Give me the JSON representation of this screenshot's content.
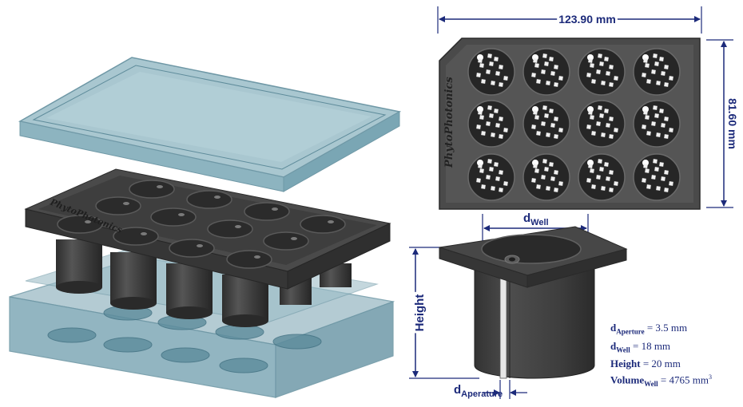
{
  "dimensions": {
    "width": "123.90 mm",
    "height": "81.60 mm"
  },
  "brand_text": "PhytoPhotonics",
  "labels": {
    "d_well_main": "d",
    "d_well_sub": "Well",
    "height": "Height",
    "d_aperature_main": "d",
    "d_aperature_sub": "Aperature"
  },
  "specs": {
    "aperture_key": "d",
    "aperture_sub": "Aperture",
    "aperture_val": " = 3.5 mm",
    "well_key": "d",
    "well_sub": "Well",
    "well_val": " = 18 mm",
    "height_key": "Height",
    "height_val": " = 20 mm",
    "volume_key": "Volume",
    "volume_sub": "Well",
    "volume_val": " = 4765 mm",
    "volume_sup": "3"
  },
  "colors": {
    "dimension": "#1c2a7a",
    "plate": "#3d3d3d",
    "glass": "#8fb6c2"
  }
}
